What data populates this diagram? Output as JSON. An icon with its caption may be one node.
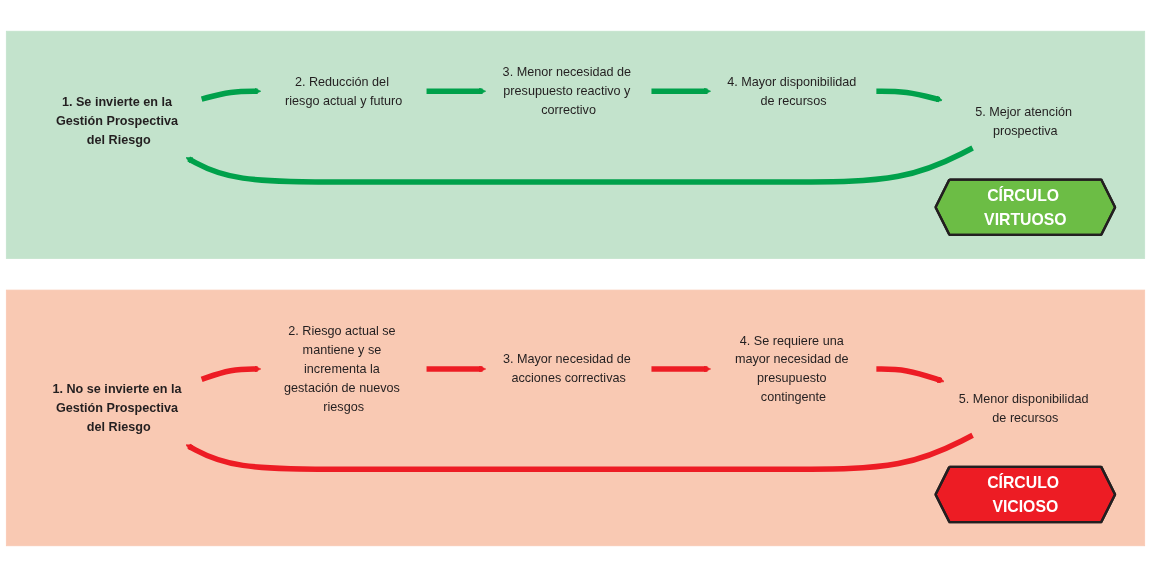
{
  "diagram": {
    "nodes": [
      {
        "text": [],
        "shape": "box"
      },
      {
        "text": [
          "1. No se invierte en la Gestión Prospectiva del Riesgo"
        ],
        "in": 0
      },
      {
        "text": [
          "2. Riesgo actual se mantiene y se incrementa la gestación de nuevos riesgos"
        ],
        "in": 0
      },
      {
        "text": [
          "3. Mayor necesidad de acciones correctivas"
        ],
        "in": 0
      },
      {
        "text": [
          "4. Se requiere una mayor necesidad de presupuesto contingente"
        ],
        "in": 0
      },
      {
        "text": [
          "5. Menor disponibilidad de recursos"
        ],
        "in": 0
      },
      {
        "text": [
          "CÍRCULO VICIOSO"
        ],
        "in": 0
      },
      {
        "text": [],
        "shape": "box"
      },
      {
        "text": [
          "1. Se invierte en la Gestión Prospectiva del Riesgo"
        ],
        "in": 7
      },
      {
        "text": [
          "2. Reducción del riesgo actual y futuro"
        ],
        "in": 7
      },
      {
        "text": [
          "3. Menor necesidad de presupuesto reactivo y correctivo"
        ],
        "in": 7
      },
      {
        "text": [
          "4. Mayor disponibilidad de recursos"
        ],
        "in": 7
      },
      {
        "text": [
          "5. Mejor atención prospectiva"
        ],
        "in": 7
      },
      {
        "text": [
          "CÍRCULO VIRTUOSO"
        ],
        "in": 7
      }
    ],
    "edges": [
      {
        "from": 1,
        "to": 2,
        "arrow": "to",
        "color": "#ed1c24"
      },
      {
        "from": 2,
        "to": 3,
        "arrow": "to",
        "color": "#ed1c24"
      },
      {
        "from": 3,
        "to": 4,
        "arrow": "to",
        "color": "#ed1c24"
      },
      {
        "from": 4,
        "to": 5,
        "arrow": "to",
        "color": "#ed1c24"
      },
      {
        "from": 5,
        "to": 1,
        "arrow": "to",
        "color": "#ed1c24"
      },
      {
        "from": 8,
        "to": 9,
        "arrow": "to",
        "color": "#00a14b"
      },
      {
        "from": 9,
        "to": 10,
        "arrow": "to",
        "color": "#00a14b"
      },
      {
        "from": 10,
        "to": 11,
        "arrow": "to",
        "color": "#00a14b"
      },
      {
        "from": 11,
        "to": 12,
        "arrow": "to",
        "color": "#00a14b"
      },
      {
        "from": 12,
        "to": 8,
        "arrow": "to",
        "color": "#00a14b"
      }
    ]
  }
}
